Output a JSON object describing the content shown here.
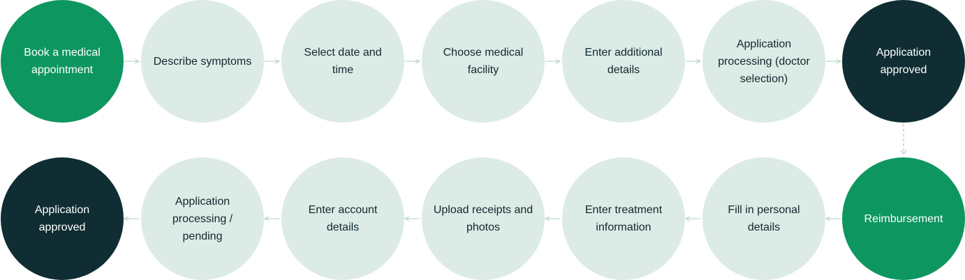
{
  "rows": [
    [
      {
        "label": "Book a medical appointment",
        "style": "green"
      },
      {
        "label": "Describe symptoms",
        "style": "light"
      },
      {
        "label": "Select date and time",
        "style": "light"
      },
      {
        "label": "Choose medical facility",
        "style": "light"
      },
      {
        "label": "Enter additional details",
        "style": "light"
      },
      {
        "label": "Application processing (doctor selection)",
        "style": "light"
      },
      {
        "label": "Application approved",
        "style": "dark"
      }
    ],
    [
      {
        "label": "Application approved",
        "style": "dark"
      },
      {
        "label": "Application processing / pending",
        "style": "light"
      },
      {
        "label": "Enter account details",
        "style": "light"
      },
      {
        "label": "Upload receipts and photos",
        "style": "light"
      },
      {
        "label": "Enter treatment information",
        "style": "light"
      },
      {
        "label": "Fill in personal details",
        "style": "light"
      },
      {
        "label": "Reimbursement",
        "style": "green"
      }
    ]
  ],
  "colors": {
    "green": "#0e9660",
    "dark": "#0f2d32",
    "light": "#dcebe6",
    "arrow": "#b7d9c2",
    "dashed_arrow": "#b9bfe3"
  }
}
